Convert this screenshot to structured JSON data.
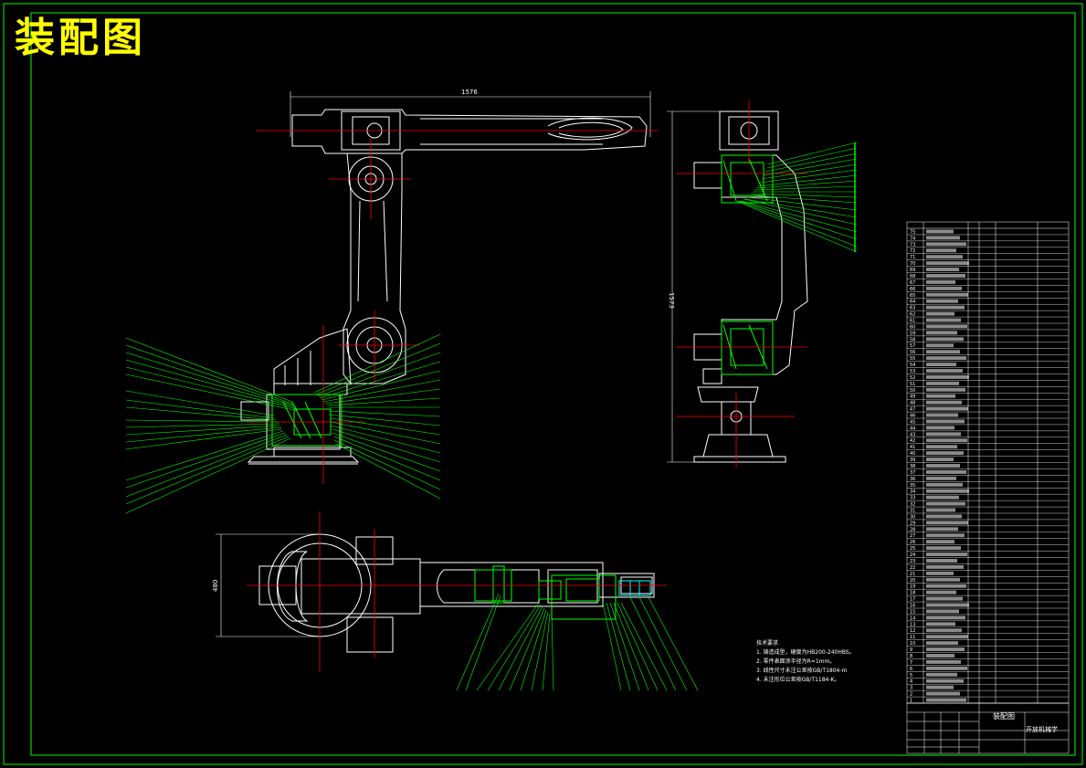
{
  "title": "装配图",
  "colors": {
    "background": "#000000",
    "frame": "#00ff00",
    "geometry": "#ffffff",
    "centerline": "#ff0000",
    "leader": "#00ff00",
    "section": "#00ff00",
    "title_text": "#ffff00",
    "accent": "#00ffff"
  },
  "dimensions": {
    "front_width": "1576",
    "side_height": "1573",
    "top_height": "480"
  },
  "technical_notes": {
    "heading": "技术要求",
    "items": [
      "1. 铸造成型，硬度为HB200-240HBS。",
      "2. 零件表面涂半径为R=1mm。",
      "3. 线性尺寸未注公差按GB/T1804-m",
      "4. 未注形位公差按GB/T1184-K。"
    ]
  },
  "title_block": {
    "drawing_name": "装配图",
    "school": "开放机械学"
  },
  "bom_row_numbers": [
    "75",
    "74",
    "73",
    "72",
    "71",
    "70",
    "69",
    "68",
    "67",
    "66",
    "65",
    "64",
    "63",
    "62",
    "61",
    "60",
    "59",
    "58",
    "57",
    "56",
    "55",
    "54",
    "53",
    "52",
    "51",
    "50",
    "49",
    "48",
    "47",
    "46",
    "45",
    "44",
    "43",
    "42",
    "41",
    "40",
    "39",
    "38",
    "37",
    "36",
    "35",
    "34",
    "33",
    "32",
    "31",
    "30",
    "29",
    "28",
    "27",
    "26",
    "25",
    "24",
    "23",
    "22",
    "21",
    "20",
    "19",
    "18",
    "17",
    "16",
    "15",
    "14",
    "13",
    "12",
    "11",
    "10",
    "9",
    "8",
    "7",
    "6",
    "5",
    "4",
    "3",
    "2",
    "1"
  ]
}
